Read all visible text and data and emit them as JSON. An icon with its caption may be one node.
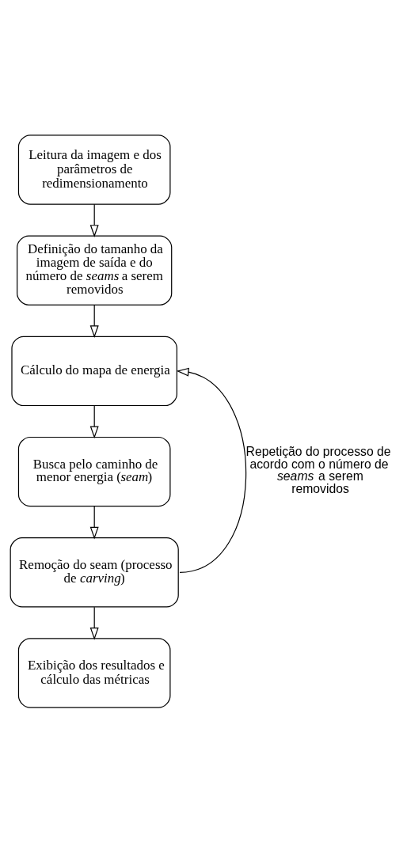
{
  "diagram": {
    "nodes": [
      {
        "text": [
          "Leitura da imagem e dos parâmetros de redimensionamento"
        ]
      },
      {
        "text": [
          "Definição do tamanho da imagem de saída e do número de *seams* a serem removidos"
        ]
      },
      {
        "text": [
          "Cálculo do mapa de energia"
        ]
      },
      {
        "text": [
          "Busca pelo caminho de menor energia (*seam*)"
        ]
      },
      {
        "text": [
          "Remoção do seam (processo de *carving*)"
        ]
      },
      {
        "text": [
          "Exibição dos resultados e cálculo das métricas"
        ]
      }
    ],
    "edges": [
      {
        "from": 0,
        "to": 1,
        "arrow": "to"
      },
      {
        "from": 1,
        "to": 2,
        "arrow": "to"
      },
      {
        "from": 2,
        "to": 3,
        "arrow": "to"
      },
      {
        "from": 3,
        "to": 4,
        "arrow": "to"
      },
      {
        "from": 4,
        "to": 5,
        "arrow": "to"
      },
      {
        "from": 4,
        "to": 2,
        "arrow": "to",
        "label": "Repetição do processo de acordo com o número de *seams* a serem removidos"
      }
    ]
  }
}
